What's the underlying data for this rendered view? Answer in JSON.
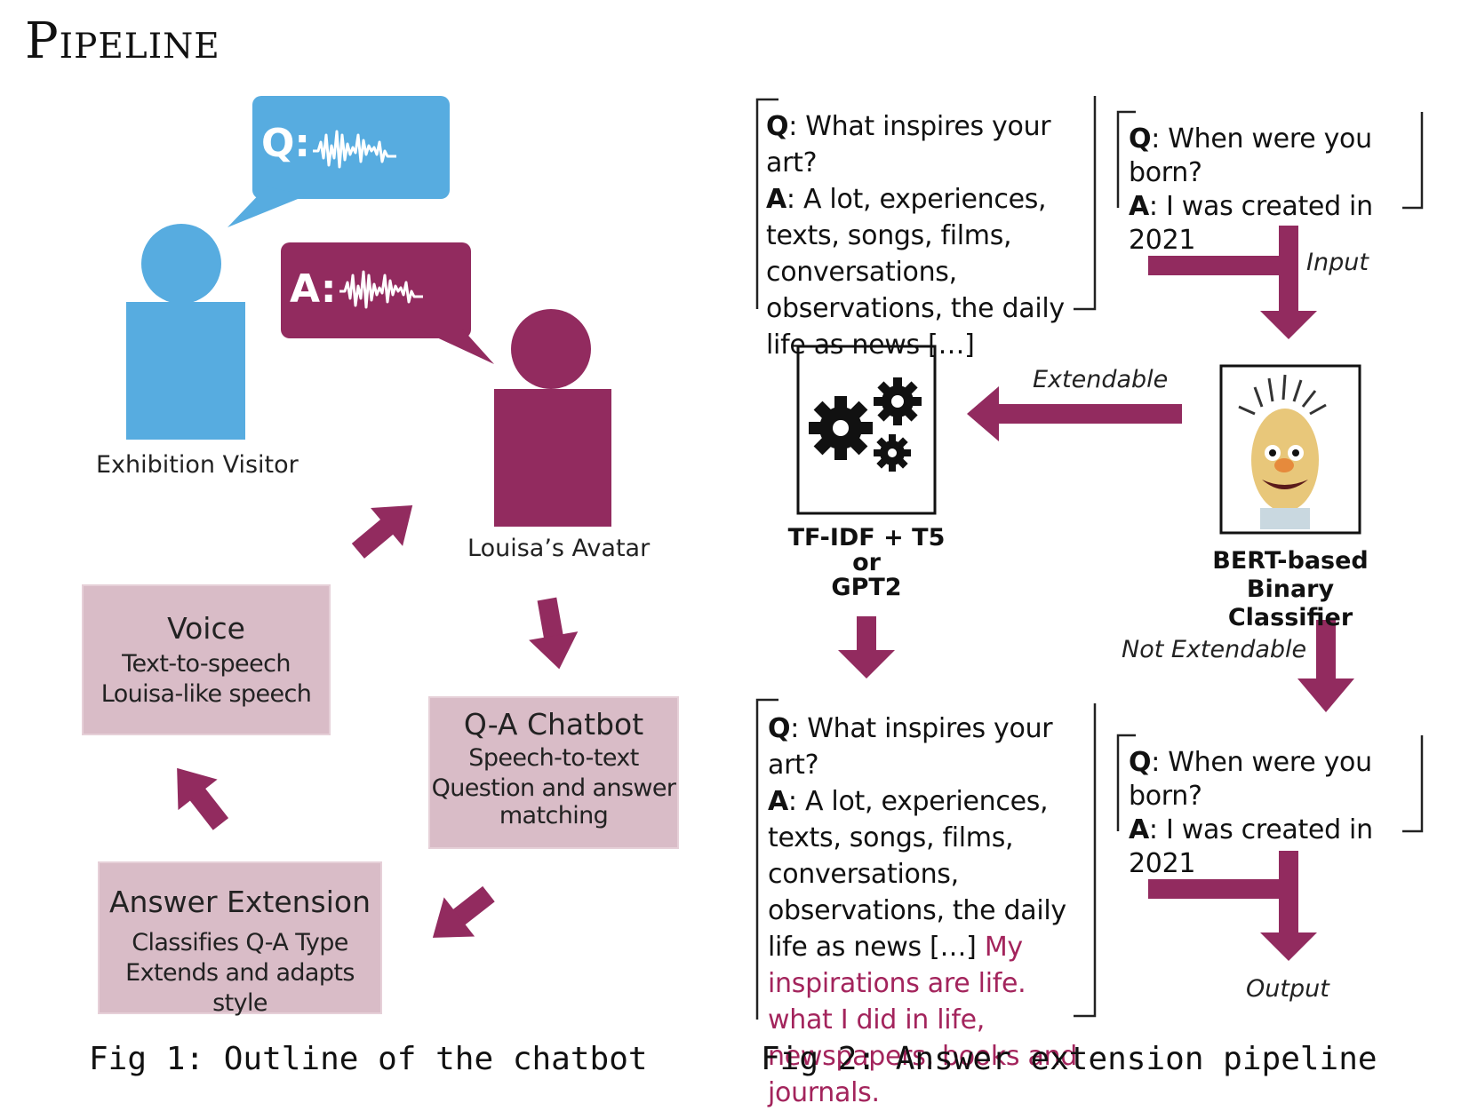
{
  "title": "Pipeline",
  "fig1": {
    "visitor_label": "Exhibition Visitor",
    "avatar_label": "Louisa’s Avatar",
    "q_bubble": "Q:",
    "a_bubble": "A:",
    "voice": {
      "title": "Voice",
      "line1": "Text-to-speech",
      "line2": "Louisa-like speech"
    },
    "chatbot": {
      "title": "Q-A Chatbot",
      "line1": "Speech-to-text",
      "line2": "Question and answer",
      "line3": "matching"
    },
    "extension": {
      "title": "Answer Extension",
      "line1": "Classifies Q-A Type",
      "line2": "Extends and adapts style"
    },
    "caption": "Fig 1: Outline of the chatbot"
  },
  "fig2": {
    "q_label": "Q",
    "a_label": "A",
    "input1": {
      "q": ": What inspires your art?",
      "a": ": A lot, experiences, texts, songs, films, conversations, observations, the daily life as news […]"
    },
    "input2": {
      "q": ": When were you born?",
      "a": ": I was created in 2021"
    },
    "input_label": "Input",
    "extendable_label": "Extendable",
    "not_extendable_label": "Not Extendable",
    "output_label": "Output",
    "generator": {
      "line1": "TF-IDF + T5",
      "line2": "or",
      "line3": "GPT2"
    },
    "classifier": {
      "line1": "BERT-based",
      "line2": "Binary Classifier"
    },
    "output1": {
      "q": ": What inspires your art?",
      "a": ": A lot, experiences, texts, songs, films, conversations, observations, the daily life as news […]",
      "extension": "My inspirations are life. what I did in life, newspapers, books and journals."
    },
    "output2": {
      "q": ": When were you born?",
      "a": ": I was created in 2021"
    },
    "caption": "Fig 2: Answer extension pipeline"
  },
  "colors": {
    "visitor": "#57ace0",
    "avatar": "#922b5f",
    "box": "#d9bcc7",
    "arrow": "#922b5f",
    "extension_text": "#a3245c"
  },
  "icons": [
    "person-visitor-icon",
    "person-avatar-icon",
    "speech-bubble-icon",
    "waveform-icon",
    "gears-icon",
    "bert-puppet-icon",
    "arrow-icon"
  ]
}
